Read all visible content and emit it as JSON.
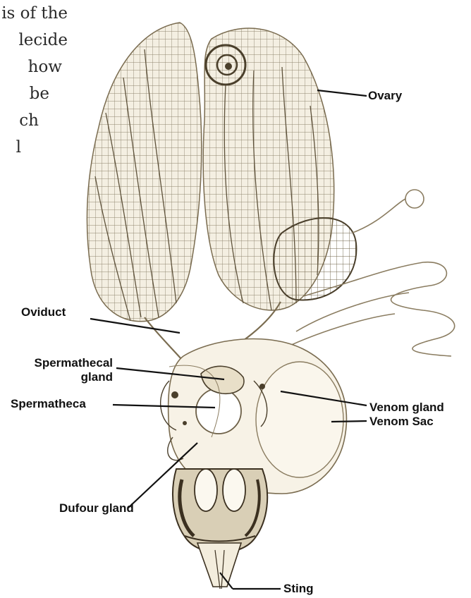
{
  "page_text_lines": [
    "is of the",
    "lecide",
    "how",
    "be",
    "ch",
    "l"
  ],
  "labels": {
    "ovary": "Ovary",
    "oviduct": "Oviduct",
    "spermathecal_gland_line1": "Spermathecal",
    "spermathecal_gland_line2": "gland",
    "spermatheca": "Spermatheca",
    "venom_gland": "Venom gland",
    "venom_sac": "Venom Sac",
    "dufour_gland": "Dufour gland",
    "sting": "Sting"
  },
  "colors": {
    "tissue_fill": "#f4efe2",
    "tissue_stroke": "#7a6c50",
    "dark_detail": "#3b3020",
    "leader_line": "#111111"
  }
}
